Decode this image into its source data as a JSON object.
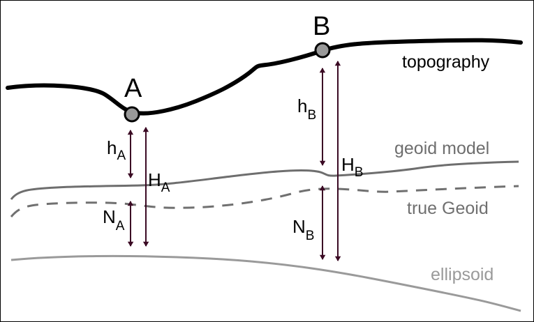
{
  "points": {
    "a": "A",
    "b": "B"
  },
  "labels": {
    "topography": "topography",
    "geoid_model": "geoid model",
    "true_geoid": "true Geoid",
    "ellipsoid": "ellipsoid"
  },
  "heights": {
    "h_a": {
      "main": "h",
      "sub": "A"
    },
    "N_a": {
      "main": "N",
      "sub": "A"
    },
    "H_a": {
      "main": "H",
      "sub": "A"
    },
    "h_b": {
      "main": "h",
      "sub": "B"
    },
    "N_b": {
      "main": "N",
      "sub": "B"
    },
    "H_b": {
      "main": "H",
      "sub": "B"
    }
  },
  "colors": {
    "topography": "#000000",
    "geoid_model": "#6e6e6e",
    "true_geoid": "#707070",
    "ellipsoid": "#9a9a9a",
    "arrows": "#3b0a24",
    "point_fill": "#999999"
  }
}
